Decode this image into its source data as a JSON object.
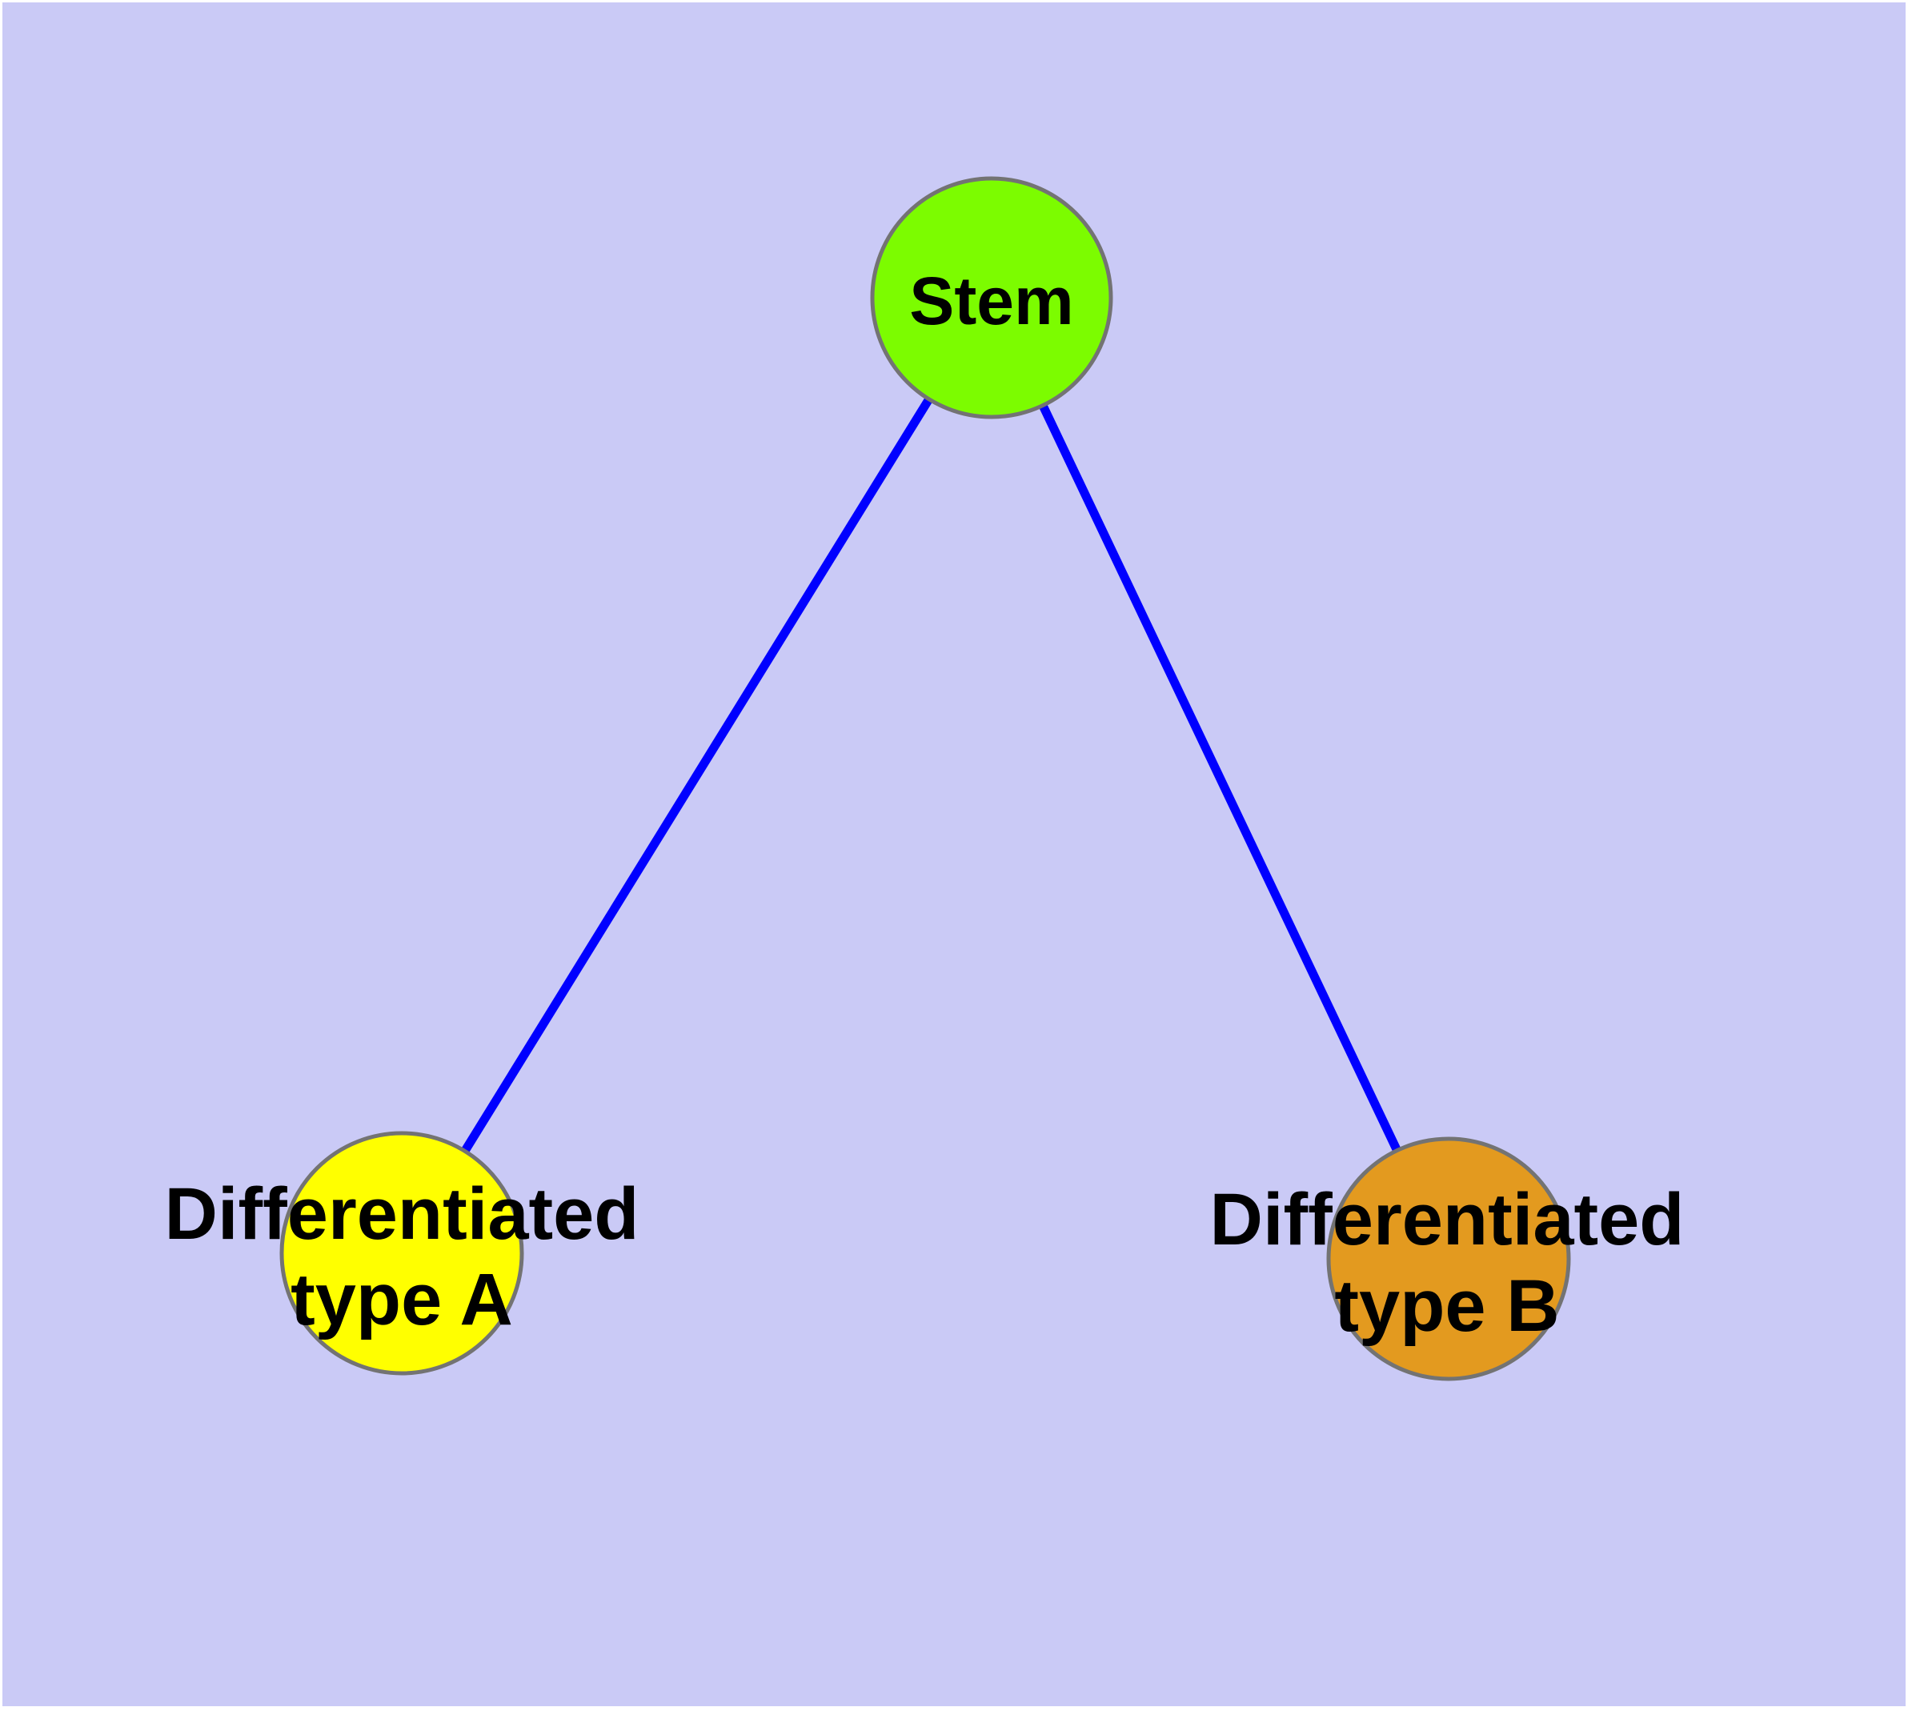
{
  "diagram": {
    "background_color": "#CACAF6",
    "edge_color": "#0000FF",
    "node_border_color": "#737373",
    "nodes": [
      {
        "id": "stem",
        "label": "Stem",
        "line1": "Stem",
        "line2": "",
        "fill": "#7CFC00"
      },
      {
        "id": "type-a",
        "label": "Differentiated type A",
        "line1": "Differentiated",
        "line2": "type A",
        "fill": "#FFFF00"
      },
      {
        "id": "type-b",
        "label": "Differentiated type B",
        "line1": "Differentiated",
        "line2": "type B",
        "fill": "#E39A1F"
      }
    ],
    "edges": [
      {
        "from": "stem",
        "to": "type-a"
      },
      {
        "from": "stem",
        "to": "type-b"
      }
    ]
  }
}
